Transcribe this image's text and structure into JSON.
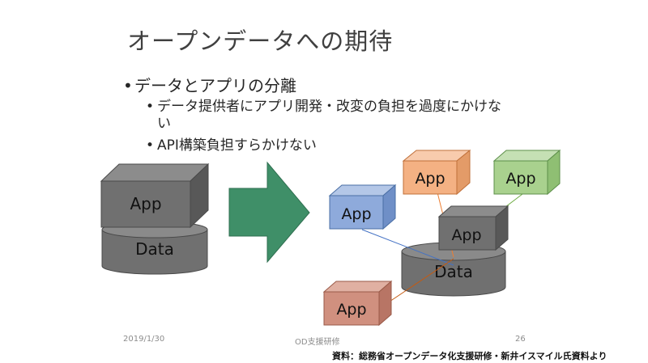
{
  "slide": {
    "title": "オープンデータへの期待",
    "bullet1": "データとアプリの分離",
    "bullet1_1": "データ提供者にアプリ開発・改変の負担を過度にかけない",
    "bullet1_2": "API構築負担すらかけない",
    "bullet_marker": "•",
    "diagram": {
      "left_app_label": "App",
      "left_data_label": "Data",
      "right_data_label": "Data",
      "app_blue_label": "App",
      "app_orange_label": "App",
      "app_green_label": "App",
      "app_gray_label": "App",
      "app_red_label": "App",
      "colors": {
        "gray": "#6b6b6b",
        "blue": "#8eaadb",
        "orange": "#f4b183",
        "green": "#a9d18e",
        "red": "#d0907f",
        "arrow": "#3f8f68"
      }
    },
    "footer": {
      "date": "2019/1/30",
      "center": "OD支援研修",
      "page": "26"
    },
    "source": "資料：総務省オープンデータ化支援研修・新井イスマイル氏資料より"
  }
}
